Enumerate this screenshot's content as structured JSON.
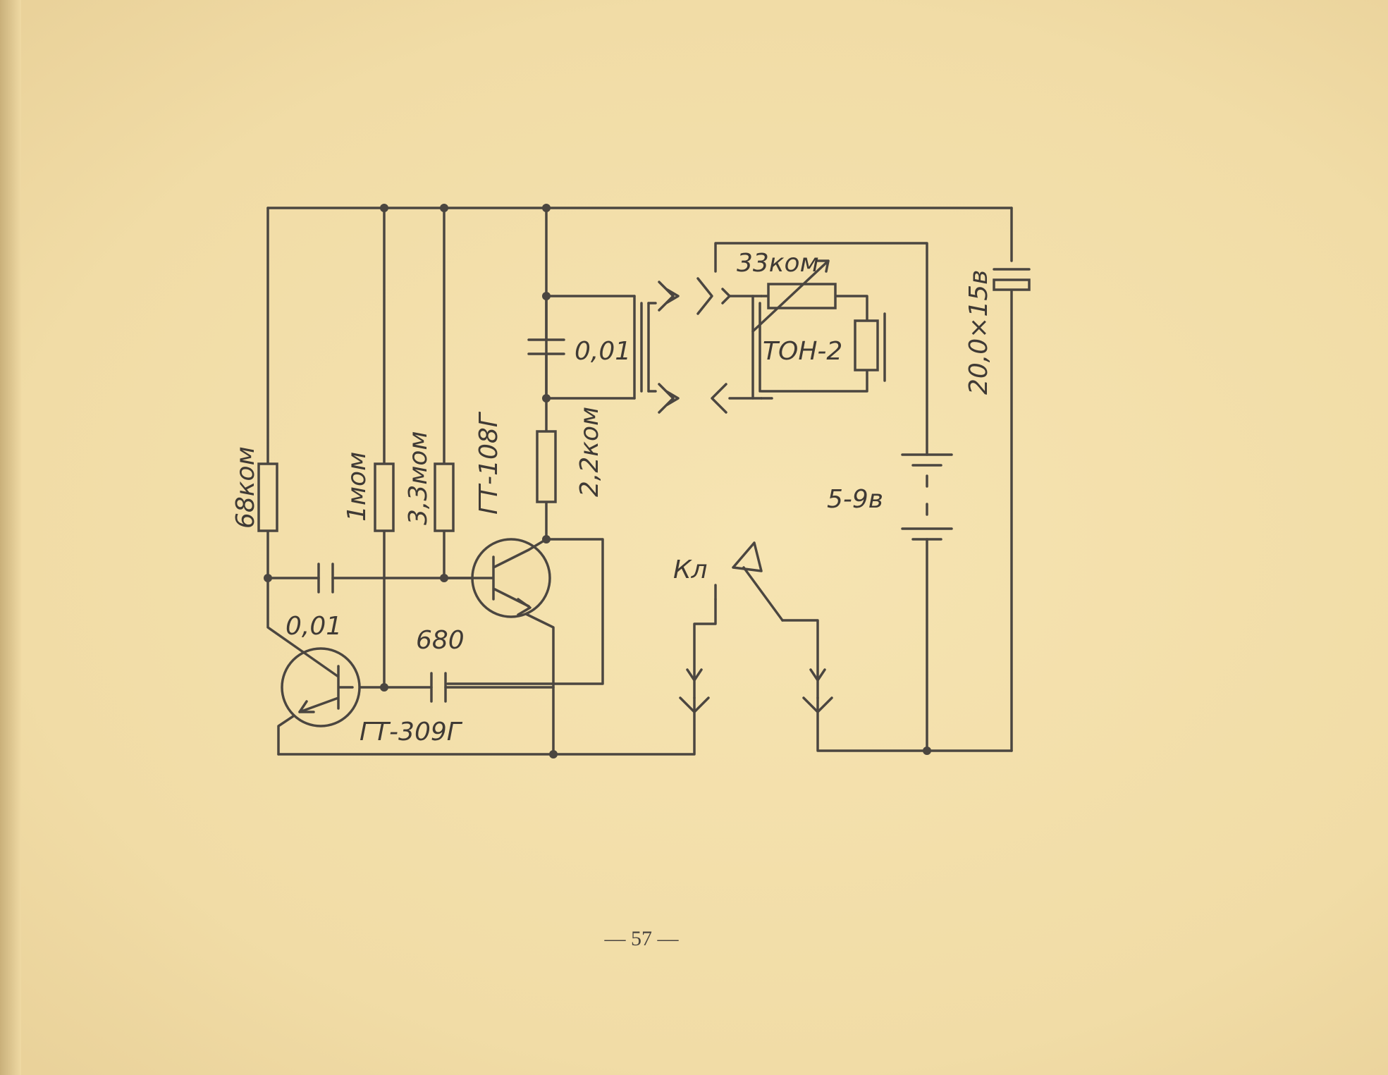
{
  "labels": {
    "r_68k": "68ком",
    "r_1m": "1мом",
    "r_3_3m": "3,3мом",
    "r_2_2k": "2,2ком",
    "t_gt108": "ГТ-108Г",
    "t_gt309": "ГТ-309Г",
    "c_001_top": "0,01",
    "c_001_left": "0,01",
    "c_680": "680",
    "r_33k": "33ком",
    "phones": "ТОН-2",
    "c_20": "20,0×15в",
    "battery": "5-9в",
    "key": "Кл"
  },
  "page_number": "— 57 —"
}
